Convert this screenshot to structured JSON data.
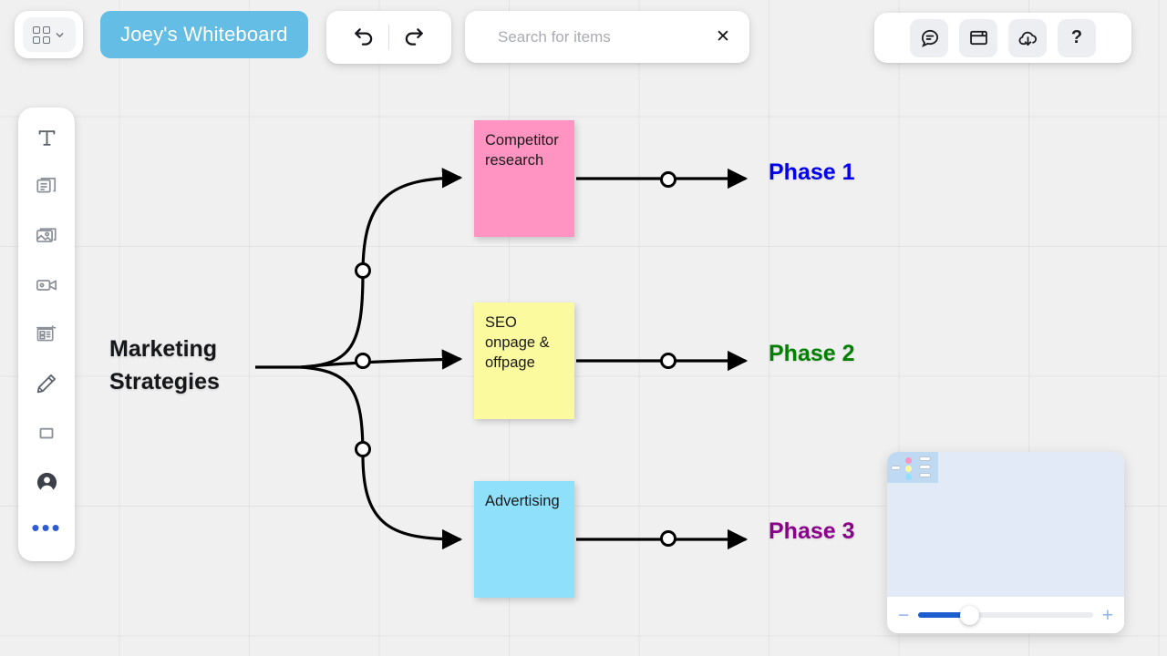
{
  "app": {
    "board_title": "Joey's Whiteboard",
    "apps_menu_icon": "grid-apps-icon",
    "apps_menu_chevron": "chevron-down-icon"
  },
  "history": {
    "undo_icon": "undo-arrow-icon",
    "redo_icon": "redo-arrow-icon"
  },
  "search": {
    "icon": "search-icon",
    "placeholder": "Search for items",
    "value": "",
    "clear_label": "✕",
    "clear_icon": "close-icon"
  },
  "right_toolbar": {
    "items": [
      {
        "name": "comment-icon",
        "label": "Comments"
      },
      {
        "name": "frame-icon",
        "label": "Frames"
      },
      {
        "name": "cloud-download-icon",
        "label": "Export"
      },
      {
        "name": "help-icon",
        "label": "?"
      }
    ]
  },
  "sidebar": {
    "items": [
      {
        "name": "text-tool",
        "icon": "text-icon",
        "label": "Text"
      },
      {
        "name": "sticky-note-tool",
        "icon": "sticky-notes-icon",
        "label": "Sticky notes"
      },
      {
        "name": "image-tool",
        "icon": "image-icon",
        "label": "Image"
      },
      {
        "name": "video-tool",
        "icon": "video-camera-icon",
        "label": "Video"
      },
      {
        "name": "template-tool",
        "icon": "presentation-icon",
        "label": "Template"
      },
      {
        "name": "pen-tool",
        "icon": "pencil-icon",
        "label": "Pen"
      },
      {
        "name": "shape-tool",
        "icon": "square-icon",
        "label": "Shape"
      },
      {
        "name": "avatar-tool",
        "icon": "person-icon",
        "label": "Profile"
      },
      {
        "name": "more-tool",
        "icon": "more-dots-icon",
        "label": "•••"
      }
    ]
  },
  "board": {
    "root": {
      "line1": "Marketing",
      "line2": "Strategies"
    },
    "notes": [
      {
        "id": "note-competitor",
        "text": "Competitor research",
        "color": "#ff94c2"
      },
      {
        "id": "note-seo",
        "text": "SEO onpage & offpage",
        "color": "#fbfa9e"
      },
      {
        "id": "note-advertising",
        "text": "Advertising",
        "color": "#8ee0fb"
      }
    ],
    "phases": [
      {
        "id": "phase-1",
        "label": "Phase 1",
        "color": "#0000ee"
      },
      {
        "id": "phase-2",
        "label": "Phase 2",
        "color": "#008000"
      },
      {
        "id": "phase-3",
        "label": "Phase 3",
        "color": "#8b008b"
      }
    ]
  },
  "minimap": {
    "collapse_icon": "chevron-down-icon",
    "zoom_out_label": "−",
    "zoom_in_label": "+",
    "zoom_percent": 29
  }
}
